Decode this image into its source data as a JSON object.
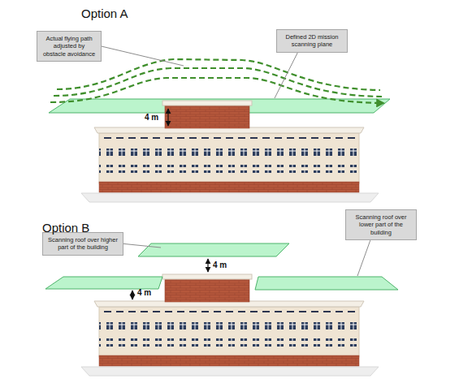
{
  "diagram": {
    "nodes": [
      {
        "text": [
          "Actual flying path adjusted by obstacle avoidance"
        ]
      },
      {
        "text": [
          "Defined 2D mission scanning plane"
        ]
      },
      {
        "text": [
          "Scanning roof over higher part of the building"
        ]
      },
      {
        "text": [
          "Scanning roof over lower part of the building"
        ]
      }
    ],
    "labels": [
      "Option A",
      "4 m",
      "Option B",
      "4 m",
      "4 m"
    ]
  }
}
